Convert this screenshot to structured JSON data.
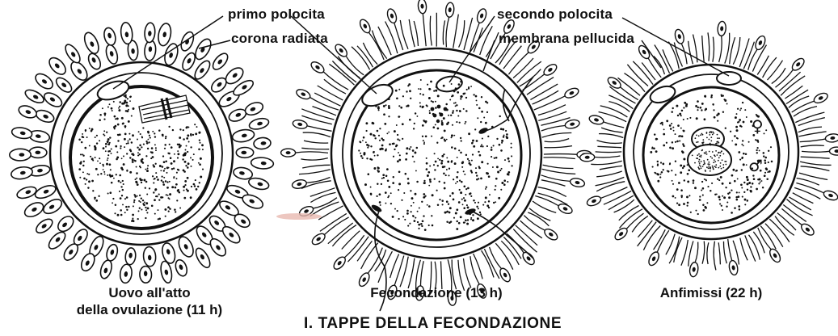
{
  "labels": {
    "primo_polocita": "primo polocita",
    "corona_radiata": "corona radiata",
    "secondo_polocita": "secondo polocita",
    "membrana_pellucida": "membrana pellucida"
  },
  "captions": {
    "stage1_line1": "Uovo all'atto",
    "stage1_line2": "della ovulazione (11 h)",
    "stage2": "Fecondazione (13 h)",
    "stage3": "Anfimissi (22 h)"
  },
  "figure_title": "I. TAPPE DELLA FECONDAZIONE",
  "symbols": {
    "female": "♀",
    "male": "♂"
  },
  "colors": {
    "ink": "#111111",
    "paper": "#ffffff",
    "smudge": "#e8b9b0"
  }
}
